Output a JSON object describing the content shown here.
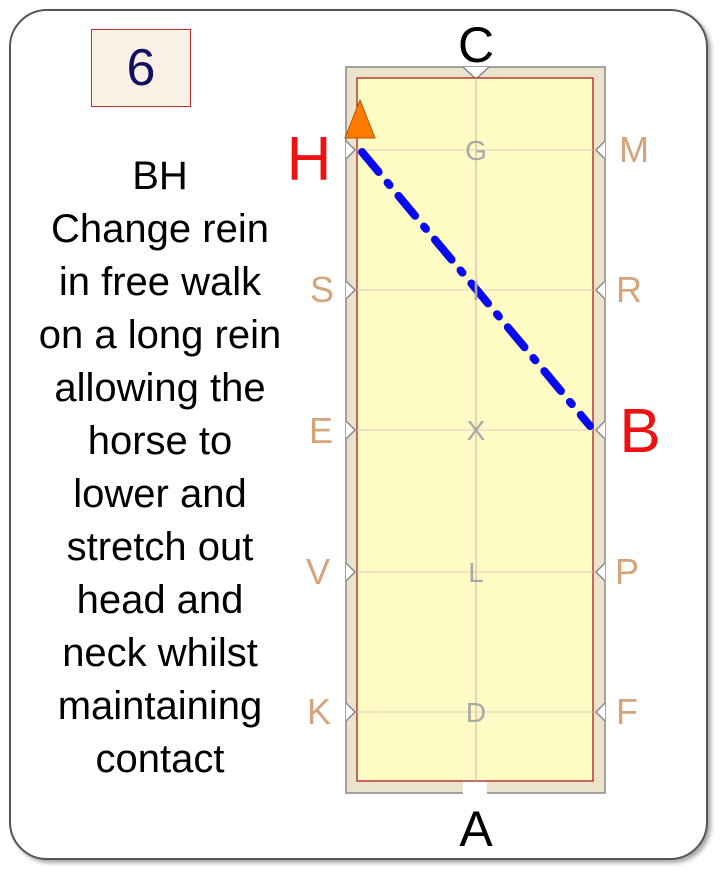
{
  "movement_number": "6",
  "instruction_lines": [
    "BH",
    "Change rein",
    "in free walk",
    "on a long rein",
    "allowing the",
    "horse to",
    "lower and",
    "stretch out",
    " head and",
    "neck whilst",
    "maintaining",
    "contact"
  ],
  "arena_letters": {
    "C": "C",
    "A": "A",
    "H": "H",
    "B": "B",
    "M": "M",
    "R": "R",
    "P": "P",
    "F": "F",
    "S": "S",
    "E": "E",
    "V": "V",
    "K": "K",
    "G": "G",
    "I": "I",
    "X": "X",
    "L": "L",
    "D": "D"
  },
  "colors": {
    "arena_fill": "#fefcc4",
    "arena_surround": "#ece3cc",
    "arena_border": "#a01010",
    "marker_letter": "#d4a57a",
    "centerline_letter": "#a8a8a8",
    "highlight_letter": "#ee1111",
    "route": "#0a0af0",
    "start_marker": "#ff7a00"
  }
}
